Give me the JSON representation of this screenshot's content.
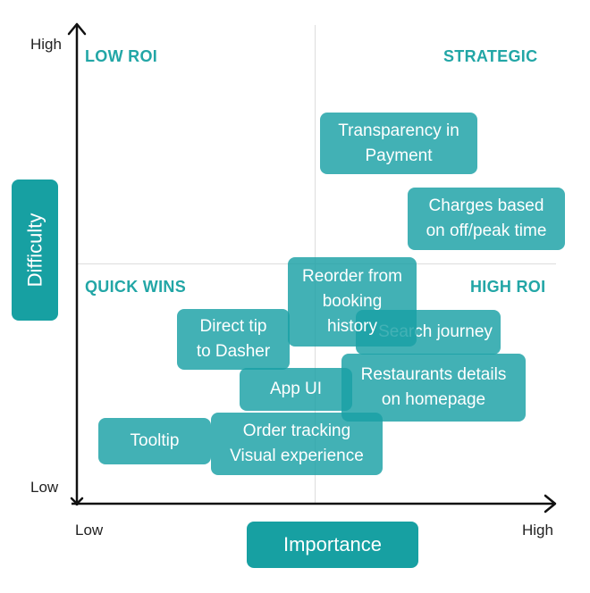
{
  "axes": {
    "y_title": "Difficulty",
    "x_title": "Importance",
    "y_high": "High",
    "y_low": "Low",
    "x_low": "Low",
    "x_high": "High"
  },
  "quadrants": {
    "top_left": "LOW ROI",
    "top_right": "STRATEGIC",
    "bottom_left": "QUICK WINS",
    "bottom_right": "HIGH ROI"
  },
  "items": [
    {
      "line1": "Transparency in",
      "line2": "Payment"
    },
    {
      "line1": "Charges based",
      "line2": "on off/peak time"
    },
    {
      "line1": "Search journey",
      "line2": ""
    },
    {
      "line1": "Restaurants details",
      "line2": "on homepage"
    },
    {
      "line1": "Direct tip",
      "line2": "to Dasher"
    },
    {
      "line1": "App UI",
      "line2": ""
    },
    {
      "line1": "Tooltip",
      "line2": ""
    },
    {
      "line1": "Order tracking",
      "line2": "Visual experience"
    },
    {
      "line1": "Reorder from",
      "line2": "booking",
      "line3": "history"
    }
  ],
  "colors": {
    "accent": "#17a0a2",
    "quadrant_label": "#22a6a6",
    "axis": "#111111"
  }
}
